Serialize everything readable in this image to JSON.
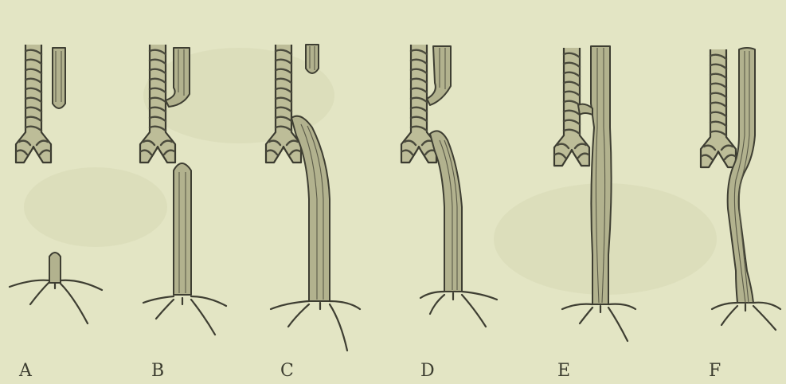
{
  "panels": [
    {
      "id": "A",
      "label": "A"
    },
    {
      "id": "B",
      "label": "B"
    },
    {
      "id": "C",
      "label": "C"
    },
    {
      "id": "D",
      "label": "D"
    },
    {
      "id": "E",
      "label": "E"
    },
    {
      "id": "F",
      "label": "F"
    }
  ],
  "colors": {
    "background": "#e3e5c4",
    "ink": "#3b3b30",
    "esophagus_fill": "#b2b28e",
    "trachea_fill": "#bdbd98"
  }
}
